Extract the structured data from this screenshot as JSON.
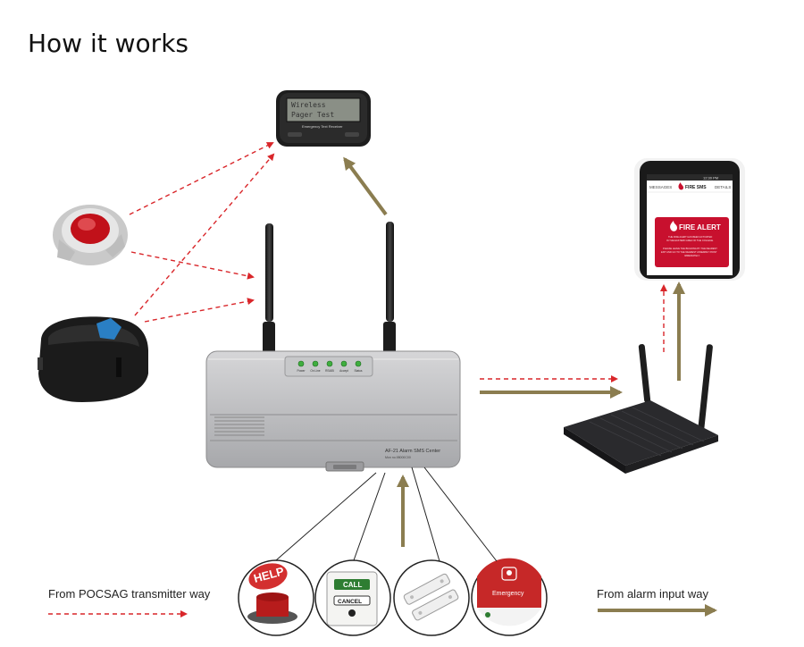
{
  "title": "How it works",
  "legend": {
    "pocsag_label": "From POCSAG transmitter way",
    "alarm_input_label": "From alarm input way",
    "pocsag_color": "#d9262a",
    "alarm_input_color": "#8b7d50"
  },
  "sms_center": {
    "model": "AF-21 Alarm SMS Center",
    "sub": "Mon no.98000C00",
    "leds": [
      "Power",
      "On Line",
      "RS485",
      "Accept",
      "Status"
    ]
  },
  "pager": {
    "line1": "Wireless",
    "line2": "Pager Test",
    "footer": "Emergency Text Receiver"
  },
  "phone": {
    "time": "12:30 PM",
    "nav_left": "MESSAGES",
    "nav_center": "FIRE SMS",
    "nav_right": "DETAILS",
    "alert_title": "FIRE ALERT",
    "alert_line1": "THE FIRE ALERT HAS BEEN ACTIVATED",
    "alert_line2": "IN THE EASTERN AREA OF THE COLLEGE.",
    "alert_line3": "PLEASE LEAVE THE BUILDING BY THE NEAREST",
    "alert_line4": "EXIT AND GO TO THE NEAREST ASSEMBLY POINT",
    "alert_line5": "IMMEDIATELY."
  },
  "inputs": {
    "help": "HELP",
    "call": "CALL",
    "cancel": "CANCEL",
    "emergency": "Emergency"
  }
}
